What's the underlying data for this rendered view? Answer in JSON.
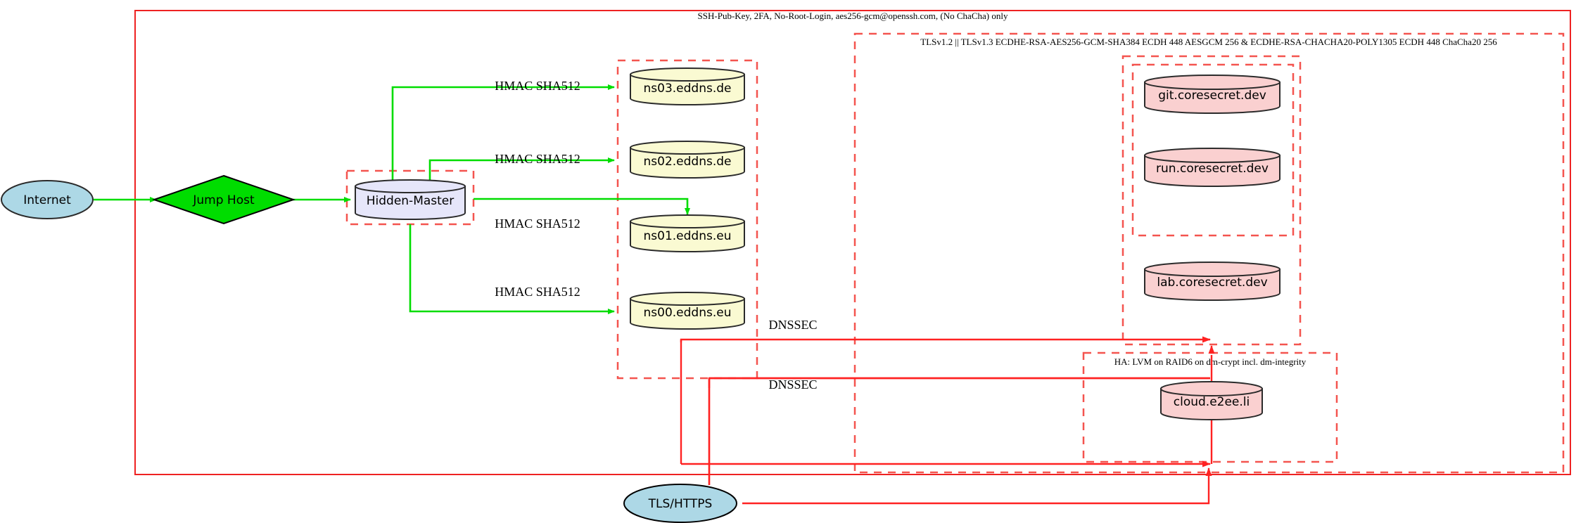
{
  "diagram": {
    "title": "Infrastructure security diagram",
    "colors": {
      "ssh_frame": "#ee2222",
      "tls_frame": "#f4544f",
      "edge_green": "#00dd00",
      "edge_red": "#ff2222",
      "internet_fill": "#add8e6",
      "jumphost_fill": "#00dd00",
      "hiddenmaster_fill": "#e6e6fa",
      "ns_fill": "#fafad2",
      "coresecret_fill": "#fad0d0",
      "node_stroke": "#2b2b2b"
    },
    "clusters": [
      {
        "id": "ssh",
        "label": "SSH-Pub-Key, 2FA, No-Root-Login, aes256-gcm@openssh.com, (No ChaCha) only",
        "style": "solid"
      },
      {
        "id": "tls",
        "label": "TLSv1.2 || TLSv1.3 ECDHE-RSA-AES256-GCM-SHA384 ECDH 448 AESGCM 256 & ECDHE-RSA-CHACHA20-POLY1305 ECDH 448 ChaCha20 256",
        "style": "dashed"
      },
      {
        "id": "ha",
        "label": "HA: LVM on RAID6 on dm-crypt incl. dm-integrity",
        "style": "dashed"
      },
      {
        "id": "hidden_master_box",
        "label": "",
        "style": "dashed"
      },
      {
        "id": "ns_box",
        "label": "",
        "style": "dashed"
      },
      {
        "id": "coresecret_outer",
        "label": "",
        "style": "dashed"
      },
      {
        "id": "coresecret_inner",
        "label": "",
        "style": "dashed"
      }
    ],
    "nodes": [
      {
        "id": "internet",
        "label": "Internet",
        "shape": "ellipse",
        "fill": "#add8e6"
      },
      {
        "id": "jumphost",
        "label": "Jump Host",
        "shape": "diamond",
        "fill": "#00dd00"
      },
      {
        "id": "hidden_master",
        "label": "Hidden-Master",
        "shape": "cylinder",
        "fill": "#e6e6fa"
      },
      {
        "id": "ns03",
        "label": "ns03.eddns.de",
        "shape": "cylinder",
        "fill": "#fafad2"
      },
      {
        "id": "ns02",
        "label": "ns02.eddns.de",
        "shape": "cylinder",
        "fill": "#fafad2"
      },
      {
        "id": "ns01",
        "label": "ns01.eddns.eu",
        "shape": "cylinder",
        "fill": "#fafad2"
      },
      {
        "id": "ns00",
        "label": "ns00.eddns.eu",
        "shape": "cylinder",
        "fill": "#fafad2"
      },
      {
        "id": "git",
        "label": "git.coresecret.dev",
        "shape": "cylinder",
        "fill": "#fad0d0"
      },
      {
        "id": "run",
        "label": "run.coresecret.dev",
        "shape": "cylinder",
        "fill": "#fad0d0"
      },
      {
        "id": "lab",
        "label": "lab.coresecret.dev",
        "shape": "cylinder",
        "fill": "#fad0d0"
      },
      {
        "id": "cloud",
        "label": "cloud.e2ee.li",
        "shape": "cylinder",
        "fill": "#fad0d0"
      },
      {
        "id": "tlshttps",
        "label": "TLS/HTTPS",
        "shape": "ellipse",
        "fill": "#add8e6"
      }
    ],
    "edges": [
      {
        "from": "internet",
        "to": "jumphost",
        "label": "",
        "color": "green"
      },
      {
        "from": "jumphost",
        "to": "hidden_master",
        "label": "",
        "color": "green"
      },
      {
        "from": "hidden_master",
        "to": "ns03",
        "label": "HMAC SHA512",
        "color": "green"
      },
      {
        "from": "hidden_master",
        "to": "ns02",
        "label": "HMAC SHA512",
        "color": "green"
      },
      {
        "from": "hidden_master",
        "to": "ns01",
        "label": "HMAC SHA512",
        "color": "green"
      },
      {
        "from": "hidden_master",
        "to": "ns00",
        "label": "HMAC SHA512",
        "color": "green"
      },
      {
        "from": "ns_group",
        "to": "coresecret",
        "label": "DNSSEC",
        "color": "red"
      },
      {
        "from": "ns_group",
        "to": "ha",
        "label": "DNSSEC",
        "color": "red"
      },
      {
        "from": "tlshttps",
        "to": "coresecret",
        "label": "",
        "color": "red"
      },
      {
        "from": "tlshttps",
        "to": "ha",
        "label": "",
        "color": "red"
      }
    ],
    "edge_labels": {
      "hmac": "HMAC SHA512",
      "dnssec": "DNSSEC"
    }
  }
}
